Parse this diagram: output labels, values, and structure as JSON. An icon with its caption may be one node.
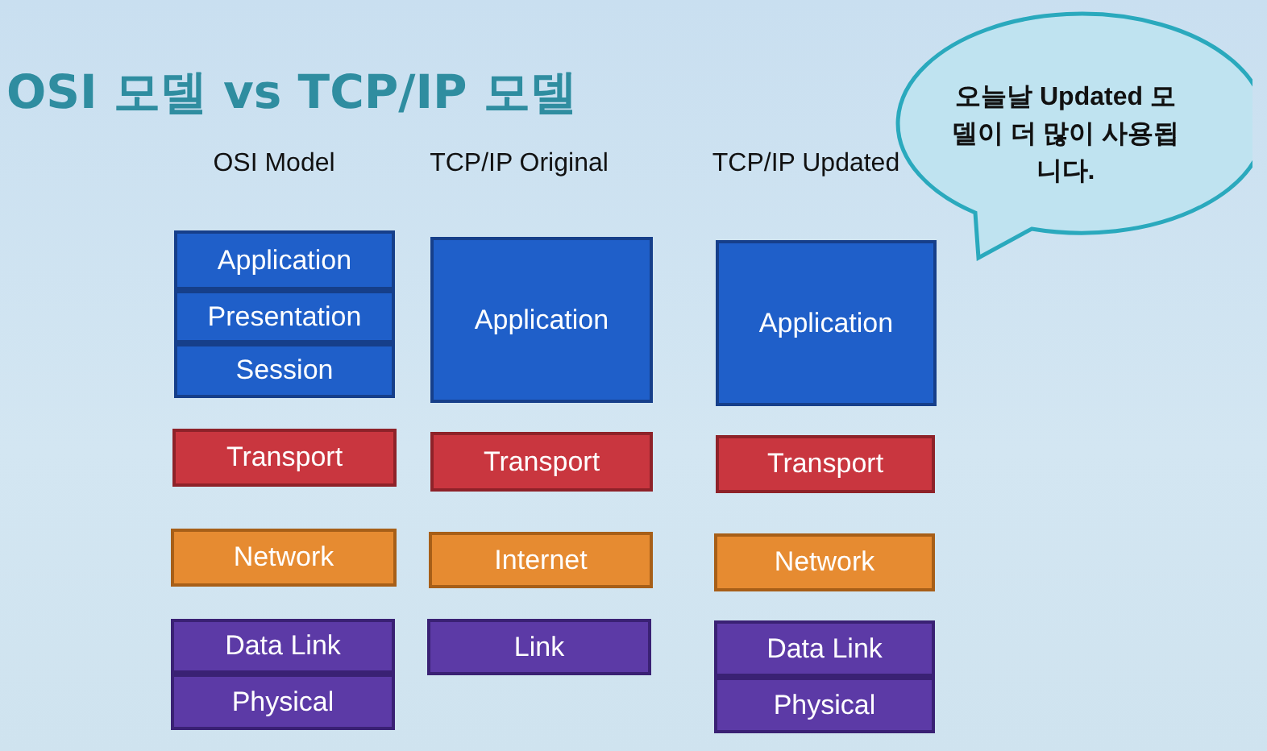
{
  "diagram": {
    "title": "OSI 모델 vs TCP/IP 모델",
    "nodes": [
      {
        "text": [
          "Application"
        ]
      },
      {
        "text": [
          "Presentation"
        ]
      },
      {
        "text": [
          "Session"
        ]
      },
      {
        "text": [
          "Transport"
        ]
      },
      {
        "text": [
          "Network"
        ]
      },
      {
        "text": [
          "Data Link"
        ]
      },
      {
        "text": [
          "Physical"
        ]
      },
      {
        "text": [
          "Application"
        ]
      },
      {
        "text": [
          "Transport"
        ]
      },
      {
        "text": [
          "Internet"
        ]
      },
      {
        "text": [
          "Link"
        ]
      },
      {
        "text": [
          "Application"
        ]
      },
      {
        "text": [
          "Transport"
        ]
      },
      {
        "text": [
          "Network"
        ]
      },
      {
        "text": [
          "Data Link"
        ]
      },
      {
        "text": [
          "Physical"
        ]
      },
      {
        "text": [
          "오늘날 Updated 모델이 더 많이 사용됩니다."
        ]
      }
    ],
    "labels": [
      "OSI Model",
      "TCP/IP Original",
      "TCP/IP Updated"
    ]
  }
}
